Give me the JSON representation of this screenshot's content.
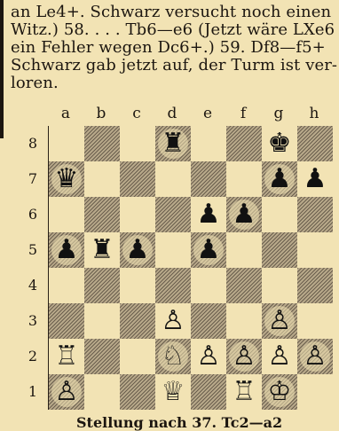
{
  "text_lines": [
    "an Le4+. Schwarz versucht noch einen",
    "Witz.) 58. . . . Tb6—e6 (Jetzt wäre LXe6",
    "ein Fehler wegen Dc6+.) 59. Df8—f5+",
    "Schwarz gab jetzt auf, der Turm ist ver-",
    "loren."
  ],
  "board": {
    "files": [
      "a",
      "b",
      "c",
      "d",
      "e",
      "f",
      "g",
      "h"
    ],
    "ranks": [
      "8",
      "7",
      "6",
      "5",
      "4",
      "3",
      "2",
      "1"
    ],
    "squares": [
      [
        "",
        "",
        "",
        "♜",
        "",
        "",
        "♚",
        ""
      ],
      [
        "♛",
        "",
        "",
        "",
        "",
        "",
        "♟",
        "♟"
      ],
      [
        "",
        "",
        "",
        "",
        "♟",
        "♟",
        "",
        ""
      ],
      [
        "♟",
        "♜",
        "♟",
        "",
        "♟",
        "",
        "",
        ""
      ],
      [
        "",
        "",
        "",
        "",
        "",
        "",
        "",
        ""
      ],
      [
        "",
        "",
        "",
        "♙",
        "",
        "",
        "♙",
        ""
      ],
      [
        "♖",
        "",
        "",
        "♘",
        "♙",
        "♙",
        "♙",
        "♙"
      ],
      [
        "♙",
        "",
        "",
        "♕",
        "",
        "♖",
        "♔",
        ""
      ]
    ],
    "piece_names": {
      "♜": "black-rook",
      "♚": "black-king",
      "♛": "black-queen",
      "♟": "black-pawn",
      "♖": "white-rook",
      "♘": "white-knight",
      "♙": "white-pawn",
      "♕": "white-queen",
      "♔": "white-king"
    }
  },
  "caption": "Stellung nach 37. Tc2—a2"
}
